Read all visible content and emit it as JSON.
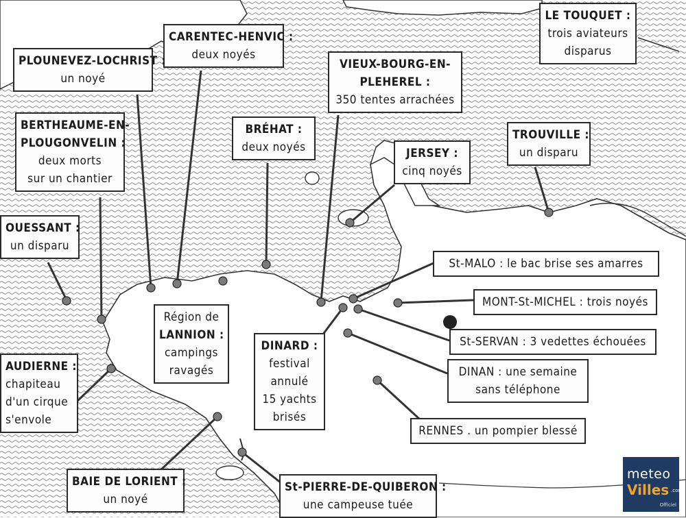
{
  "labels": [
    {
      "id": "le-touquet",
      "lines": [
        "LE TOUQUET :",
        "trois aviateurs",
        "disparus"
      ]
    },
    {
      "id": "carentec-henvic",
      "lines": [
        "CARENTEC-HENVIC :",
        "deux noyés"
      ]
    },
    {
      "id": "plounevez-lochrist",
      "lines": [
        "PLOUNEVEZ-LOCHRIST :",
        "un  noyé"
      ]
    },
    {
      "id": "vieux-bourg",
      "lines": [
        "VIEUX-BOURG-EN-",
        "PLEHEREL :",
        "350 tentes arrachées"
      ]
    },
    {
      "id": "bertheaume",
      "lines": [
        "BERTHEAUME-EN-",
        "PLOUGONVELIN :",
        "deux morts",
        "sur un chantier"
      ]
    },
    {
      "id": "brehat",
      "lines": [
        "BRÉHAT :",
        "deux noyés"
      ]
    },
    {
      "id": "trouville",
      "lines": [
        "TROUVILLE :",
        "un disparu"
      ]
    },
    {
      "id": "jersey",
      "lines": [
        "JERSEY :",
        "cinq noyés"
      ]
    },
    {
      "id": "ouessant",
      "lines": [
        "OUESSANT :",
        "un disparu"
      ]
    },
    {
      "id": "st-malo",
      "lines": [
        "St-MALO : le bac brise ses amarres"
      ]
    },
    {
      "id": "mont-st-michel",
      "lines": [
        "MONT-St-MICHEL : trois noyés"
      ]
    },
    {
      "id": "lannion",
      "lines": [
        "Région de",
        "LANNION :",
        "campings",
        "ravagés"
      ]
    },
    {
      "id": "dinard",
      "lines": [
        "DINARD :",
        "festival",
        "annulé",
        "15 yachts",
        "brisés"
      ]
    },
    {
      "id": "st-servan",
      "lines": [
        "St-SERVAN : 3 vedettes échouées"
      ]
    },
    {
      "id": "audierne",
      "lines": [
        "AUDIERNE :",
        "chapiteau",
        "d'un cirque",
        "s'envole"
      ]
    },
    {
      "id": "dinan",
      "lines": [
        "DINAN : une semaine",
        "sans téléphone"
      ]
    },
    {
      "id": "rennes",
      "lines": [
        "RENNES . un pompier blessé"
      ]
    },
    {
      "id": "baie-de-lorient",
      "lines": [
        "BAIE DE LORIENT :",
        "un noyé"
      ]
    },
    {
      "id": "st-pierre-quiberon",
      "lines": [
        "St-PIERRE-DE-QUIBERON :",
        "une campeuse tuée"
      ]
    }
  ],
  "logo": {
    "line1": "meteo",
    "line2": "Villes",
    "suffix": ".com",
    "tag": "Officiel"
  },
  "colors": {
    "ink": "#1b1b1b",
    "sea_pattern": "#8a8a8a",
    "logo_bg": "#1f3a63",
    "logo_accent": "#f3a32b"
  }
}
